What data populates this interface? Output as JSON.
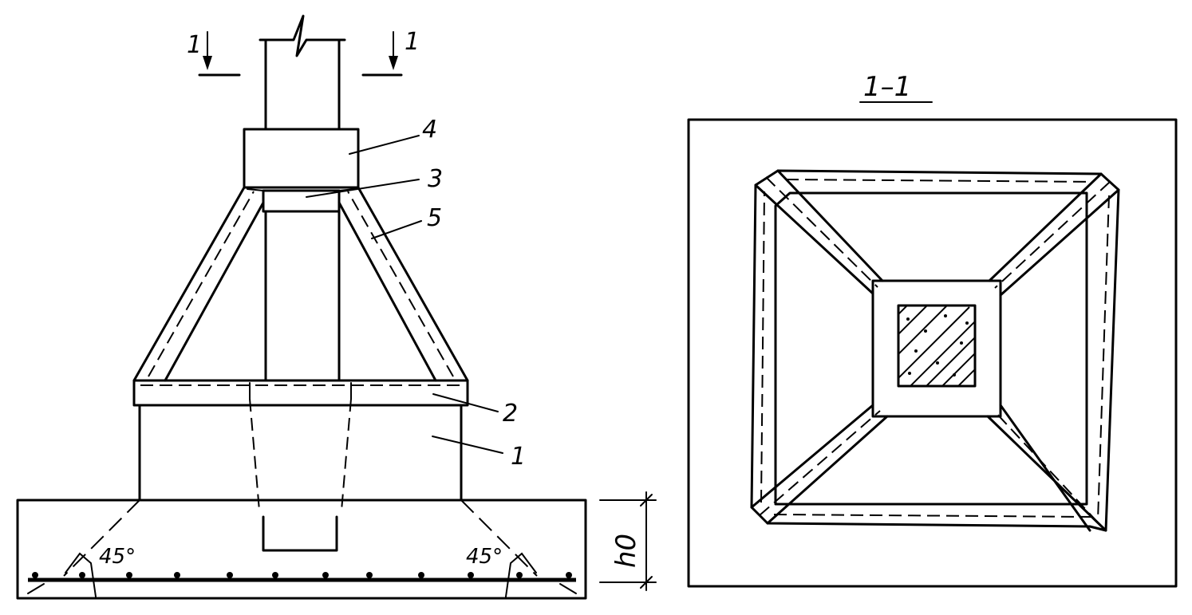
{
  "diagram": {
    "section_marks": {
      "left": "1",
      "right": "1"
    },
    "callouts": {
      "c1": "1",
      "c2": "2",
      "c3": "3",
      "c4": "4",
      "c5": "5"
    },
    "angle_left": "45°",
    "angle_right": "45°",
    "dimension_label": "h0",
    "plan_title": "1–1"
  },
  "colors": {
    "ink": "#000000",
    "paper": "#ffffff"
  }
}
